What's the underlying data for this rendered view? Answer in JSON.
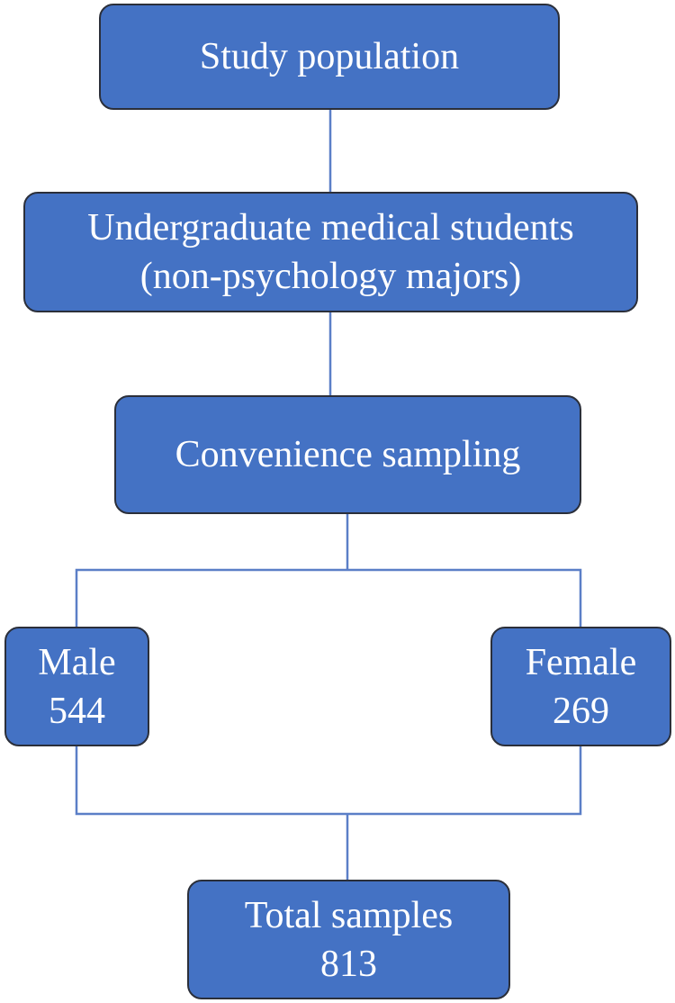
{
  "diagram": {
    "nodes": {
      "study_population": {
        "label": "Study population"
      },
      "undergraduate": {
        "line1": "Undergraduate medical students",
        "line2": "(non-psychology majors)"
      },
      "convenience_sampling": {
        "label": "Convenience sampling"
      },
      "male": {
        "label": "Male",
        "count": "544"
      },
      "female": {
        "label": "Female",
        "count": "269"
      },
      "total_samples": {
        "label": "Total samples",
        "count": "813"
      }
    },
    "colors": {
      "box_fill": "#4472c4",
      "box_border": "#2b2f3a",
      "connector": "#5b7fc7",
      "text": "#ffffff"
    }
  }
}
